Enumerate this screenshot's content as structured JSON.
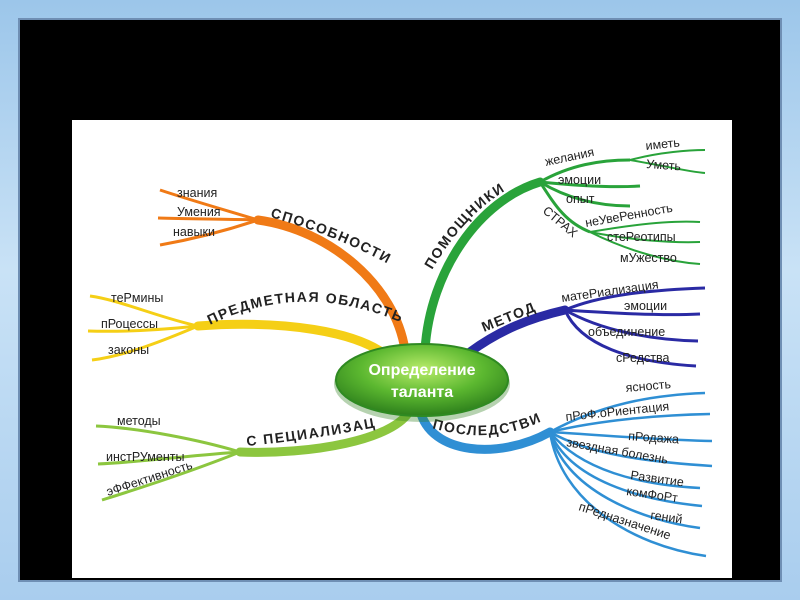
{
  "colors": {
    "orange": "#f07a16",
    "yellow": "#f5cf16",
    "green_dark": "#29a33a",
    "navy": "#2a2aa4",
    "blue": "#2f8fd4",
    "lime": "#8cc63f",
    "center": "#46a62c"
  },
  "center": {
    "line1": "Определение",
    "line2": "таланта"
  },
  "branches": {
    "abilities": {
      "title": "СПОСОБНОСТИ",
      "leaves": [
        "знания",
        "Умения",
        "навыки"
      ]
    },
    "subject": {
      "title": "ПРЕДМЕТНАЯ ОБЛАСТЬ",
      "leaves": [
        "теРмины",
        "пРоцессы",
        "законы"
      ]
    },
    "specialization": {
      "title": "С ПЕЦИАЛИЗАЦИЯ",
      "leaves": [
        "методы",
        "инстРУменты",
        "эФФективность"
      ]
    },
    "helpers": {
      "title": "ПОМОЩНИКИ",
      "desire": "желания",
      "desire_leaves": [
        "иметь",
        "Уметь"
      ],
      "mid": [
        "эмоции",
        "опыт"
      ],
      "fear": "СТРАХ",
      "fear_leaves": [
        "неУвеРенность",
        "стеРеотипы",
        "мУжество"
      ]
    },
    "method": {
      "title": "МЕТОД",
      "leaves": [
        "матеРиализация",
        "эмоции",
        "объединение",
        "сРедства"
      ]
    },
    "consequences": {
      "title": "ПОСЛЕДСТВИЯ",
      "leaves": [
        "ясность",
        "пРоФ.оРиентация",
        "пРодажа",
        "звездная болезнь",
        "Развитие",
        "комФоРт",
        "гений",
        "пРедназначение"
      ]
    }
  }
}
